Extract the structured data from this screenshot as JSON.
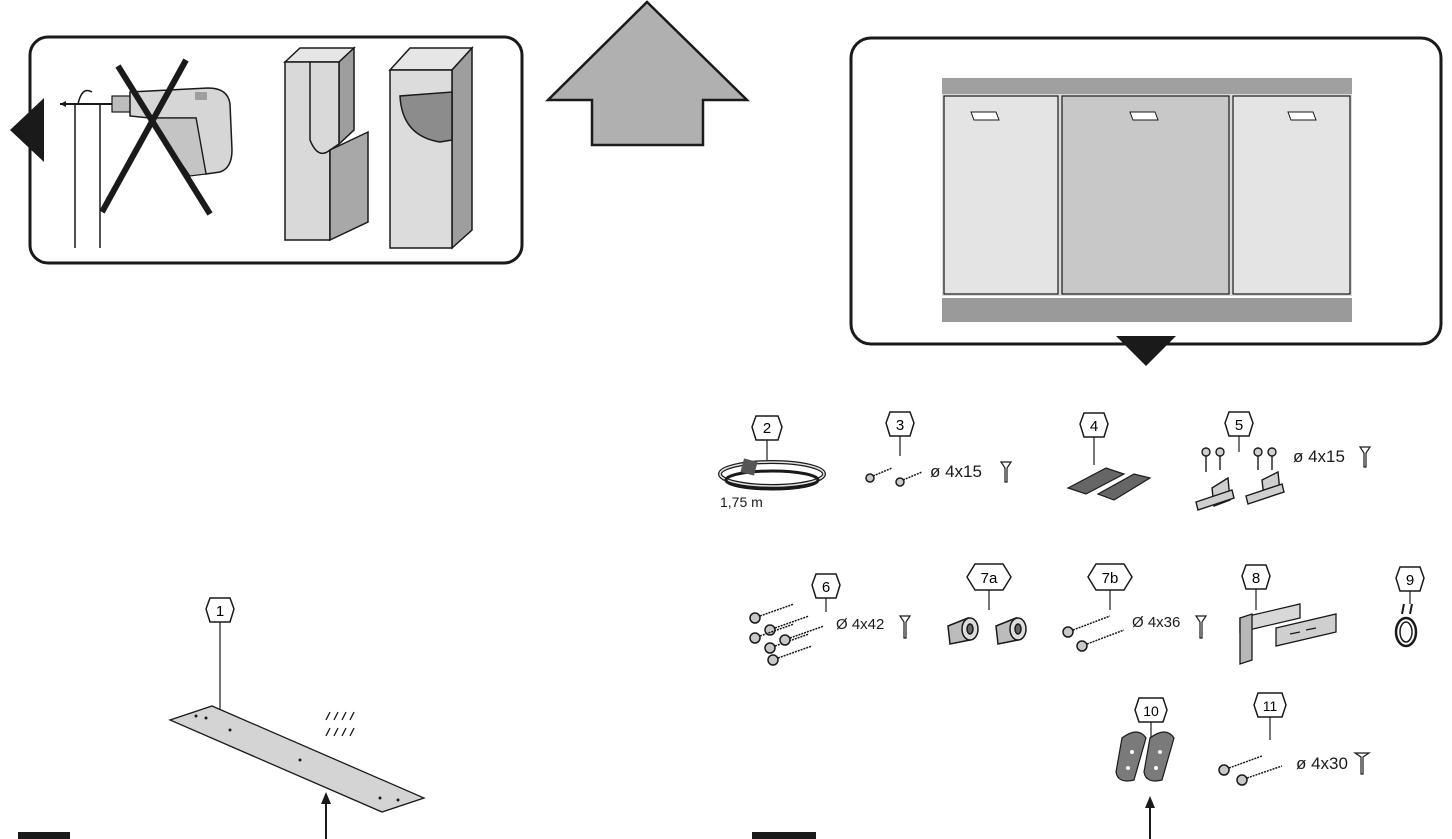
{
  "parts": [
    {
      "id": "1"
    },
    {
      "id": "2",
      "spec": "1,75 m"
    },
    {
      "id": "3",
      "spec": "ø 4x15"
    },
    {
      "id": "4"
    },
    {
      "id": "5",
      "spec": "ø 4x15"
    },
    {
      "id": "6",
      "spec": "Ø 4x42"
    },
    {
      "id": "7a"
    },
    {
      "id": "7b",
      "spec": "Ø 4x36"
    },
    {
      "id": "8"
    },
    {
      "id": "9"
    },
    {
      "id": "10"
    },
    {
      "id": "11",
      "spec": "ø 4x30"
    }
  ]
}
